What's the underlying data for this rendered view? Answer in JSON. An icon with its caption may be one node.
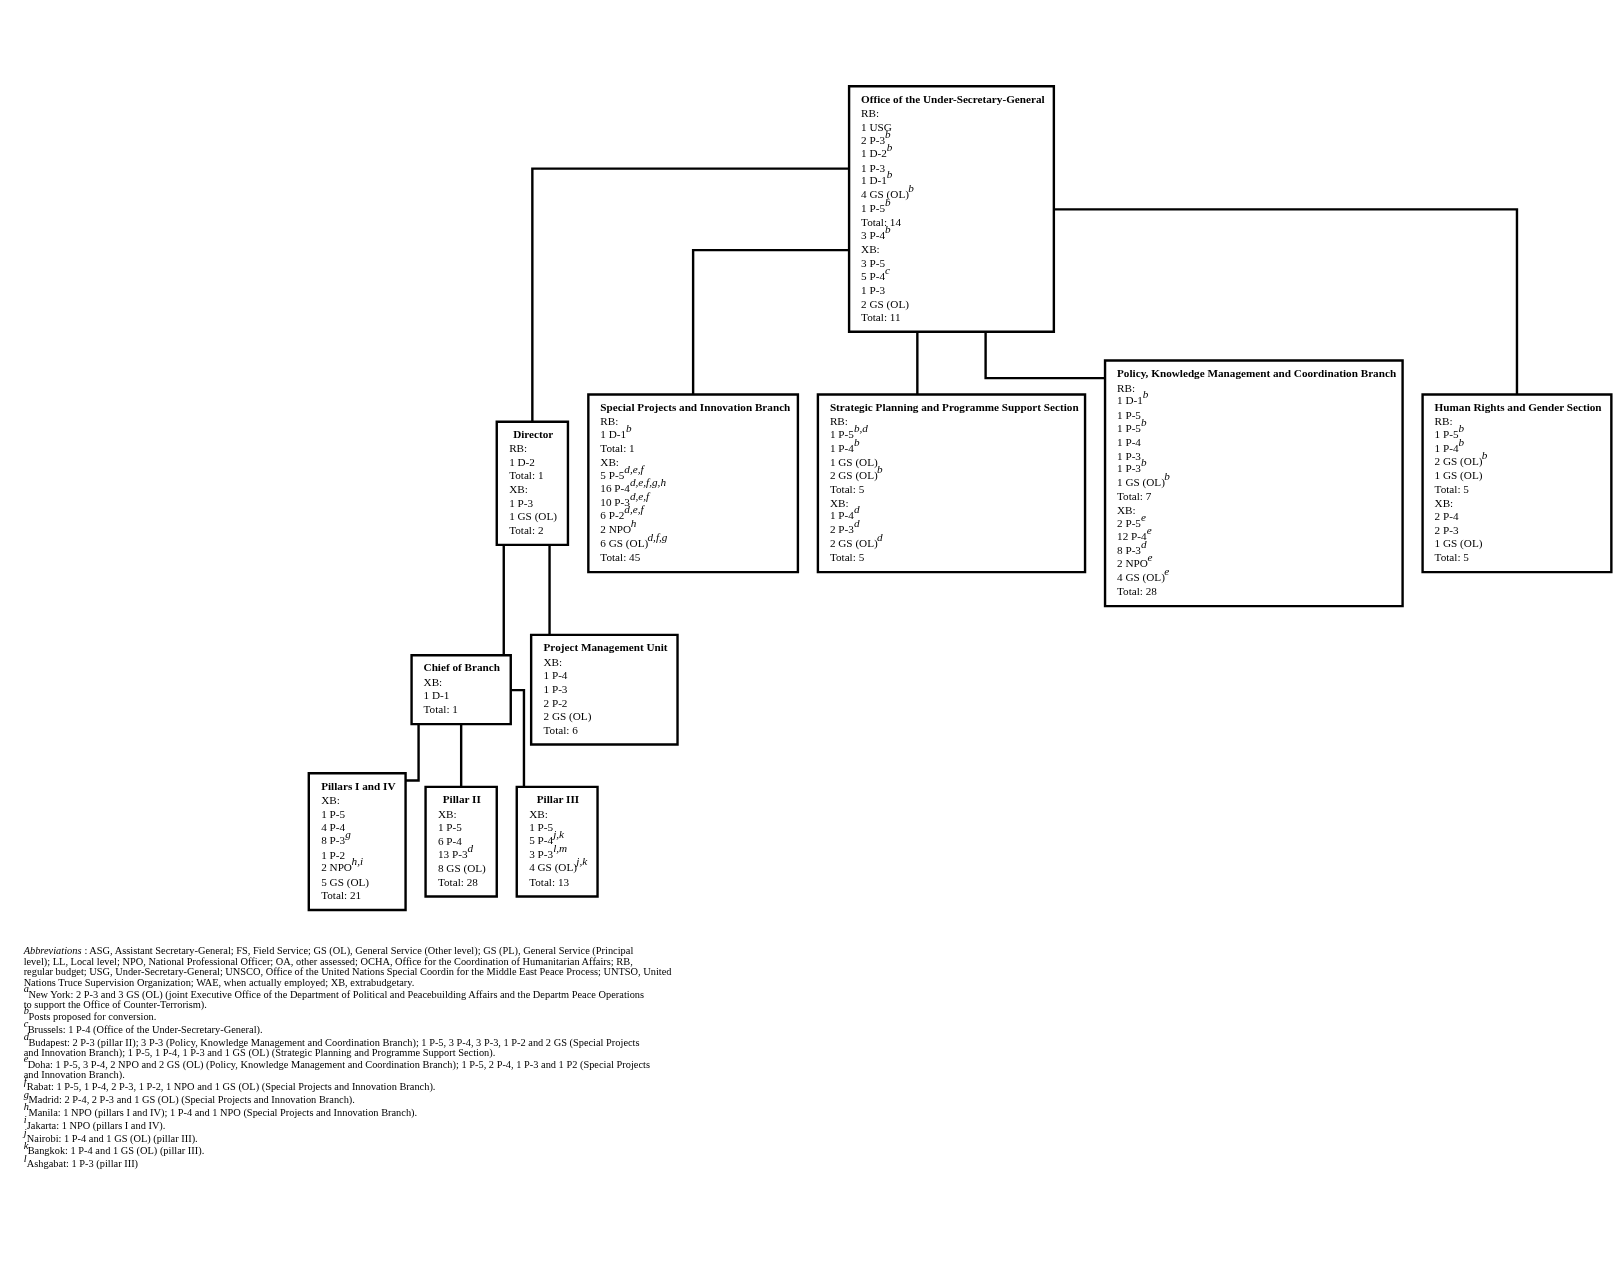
{
  "diagram": {
    "nodes": [
      {
        "text": [
          "Office of the Under-Secretary-General",
          "RB:",
          "1 USG",
          "2 P-3$^{b}$",
          "1 D-2$^{b}$",
          "1 P-3",
          "1 D-1$^{b}$",
          "4 GS (OL)$^{b}$",
          "1 P-5$^{b}$",
          "Total: 14",
          "3 P-4$^{b}$",
          "XB:",
          "3 P-5",
          "5 P-4$^{c}$",
          "1 P-3",
          "2 GS (OL)",
          "Total: 11"
        ]
      },
      {
        "text": [
          "Director",
          "RB:",
          "1 D-2",
          "Total: 1",
          "XB:",
          "1 P-3",
          "1 GS (OL)",
          "Total: 2"
        ]
      },
      {
        "text": [
          "Special Projects and Innovation Branch",
          "RB:",
          "1 D-1$^{b}$",
          "Total: 1",
          "XB:",
          "5 P-5$^{d,e,f}$",
          "16 P-4$^{d,e,f,g,h}$",
          "10 P-3$^{d,e,f}$",
          "6 P-2$^{d,e,f}$",
          "2 NPO$^{h}$",
          "6 GS (OL)$^{d,f,g}$",
          "Total: 45"
        ]
      },
      {
        "text": [
          "Strategic Planning and Programme Support Section",
          "RB:",
          "1 P-5$^{b,d}$",
          "1 P-4$^{b}$",
          "1 GS (OL)",
          "2 GS (OL)$^{b}$",
          "Total: 5",
          "XB:",
          "1 P-4$^{d}$",
          "2 P-3$^{d}$",
          "2 GS (OL)$^{d}$",
          "Total: 5"
        ]
      },
      {
        "text": [
          "Policy, Knowledge Management and Coordination Branch",
          "RB:",
          "1 D-1$^{b}$",
          "1 P-5",
          "1 P-5$^{b}$",
          "1 P-4",
          "1 P-3",
          "1 P-3$^{b}$",
          "1 GS (OL)$^{b}$",
          "Total: 7",
          "XB:",
          "2 P-5$^{e}$",
          "12 P-4$^{e}$",
          "8 P-3$^{d}$",
          "2 NPO$^{e}$",
          "4 GS (OL)$^{e}$",
          "Total: 28"
        ]
      },
      {
        "text": [
          "Human Rights and Gender Section",
          "RB:",
          "1 P-5$^{b}$",
          "1 P-4$^{b}$",
          "2 GS (OL)$^{b}$",
          "1 GS (OL)",
          "Total: 5",
          "XB:",
          "2 P-4",
          "2 P-3",
          "1 GS (OL)",
          "Total: 5"
        ]
      },
      {
        "text": [
          "Chief of Branch",
          "XB:",
          "1 D-1",
          "Total: 1"
        ]
      },
      {
        "text": [
          "Project Management Unit",
          "XB:",
          "1 P-4",
          "1 P-3",
          "2 P-2",
          "2 GS (OL)",
          "Total: 6"
        ]
      },
      {
        "text": [
          "Pillars I and IV",
          "XB:",
          "1 P-5",
          "4 P-4",
          "8 P-3$^{g}$",
          "1 P-2",
          "2 NPO$^{h,i}$",
          "5 GS (OL)",
          "Total: 21"
        ]
      },
      {
        "text": [
          "Pillar II",
          "XB:",
          "1 P-5",
          "6 P-4",
          "13 P-3$^{d}$",
          "8 GS (OL)",
          "Total: 28"
        ]
      },
      {
        "text": [
          "Pillar III",
          "XB:",
          "1 P-5",
          "5 P-4$^{j,k}$",
          "3 P-3$^{l,m}$",
          "4 GS (OL)$^{j,k}$",
          "Total: 13"
        ]
      }
    ],
    "edges": [
      {
        "from": 0,
        "to": 1,
        "arrow": "none"
      },
      {
        "from": 0,
        "to": 2,
        "arrow": "none"
      },
      {
        "from": 0,
        "to": 3,
        "arrow": "none"
      },
      {
        "from": 0,
        "to": 4,
        "arrow": "none"
      },
      {
        "from": 0,
        "to": 5,
        "arrow": "none"
      },
      {
        "from": 1,
        "to": 6,
        "arrow": "none"
      },
      {
        "from": 1,
        "to": 7,
        "arrow": "none"
      },
      {
        "from": 6,
        "to": 8,
        "arrow": "none"
      },
      {
        "from": 6,
        "to": 9,
        "arrow": "none"
      },
      {
        "from": 6,
        "to": 10,
        "arrow": "none"
      }
    ],
    "labels": [
      "*Abbreviations*: ASG, Assistant Secretary-General; FS, Field Service; GS (OL), General Service (Other level); GS (PL), General Service (Principal level); LL, Local level; NPO, National Professional Officer; OA, other assessed; OCHA, Office for the Coordination of Humanitarian Affairs; RB, regular budget; USG, Under-Secretary-General; UNSCO, Office of the United Nations Special Coordin for the Middle East Peace Process; UNTSO, United Nations Truce Supervision Organization; WAE, when actually employed; XB, extrabudgetary.",
      "$^{a}$New York: 2 P-3 and 3 GS (OL) (joint Executive Office of the Department of Political and Peacebuilding Affairs and the Departm Peace Operations to support the Office of Counter-Terrorism).",
      "$^{b}$Posts proposed for conversion.",
      "$^{c}$Brussels: 1 P-4 (Office of the Under-Secretary-General).",
      "$^{d}$Budapest: 2 P-3 (pillar II); 3 P-3 (Policy, Knowledge Management and Coordination Branch); 1 P-5, 3 P-4, 3 P-3, 1 P-2 and 2 GS (Special Projects and Innovation Branch); 1 P-5, 1 P-4, 1 P-3 and 1 GS (OL) (Strategic Planning and Programme Support Section).",
      "$^{e}$Doha: 1 P-5, 3 P-4, 2 NPO and 2 GS (OL) (Policy, Knowledge Management and Coordination Branch); 1 P-5, 2 P-4, 1 P-3 and 1 P2 (Special Projects and Innovation Branch).",
      "$^{f}$Rabat: 1 P-5, 1 P-4, 2 P-3, 1 P-2, 1 NPO and 1 GS (OL) (Special Projects and Innovation Branch).",
      "$^{g}$Madrid: 2 P-4, 2 P-3 and 1 GS (OL) (Special Projects and Innovation Branch).",
      "$^{h}$Manila: 1 NPO (pillars I and IV); 1 P-4 and 1 NPO (Special Projects and Innovation Branch).",
      "$^{i}$Jakarta: 1 NPO (pillars I and IV).",
      "$^{j}$Nairobi: 1 P-4 and 1 GS (OL) (pillar III).",
      "$^{k}$Bangkok: 1 P-4 and 1 GS (OL) (pillar III).",
      "$^{l}$Ashgabat: 1 P-3 (pillar III)"
    ]
  }
}
